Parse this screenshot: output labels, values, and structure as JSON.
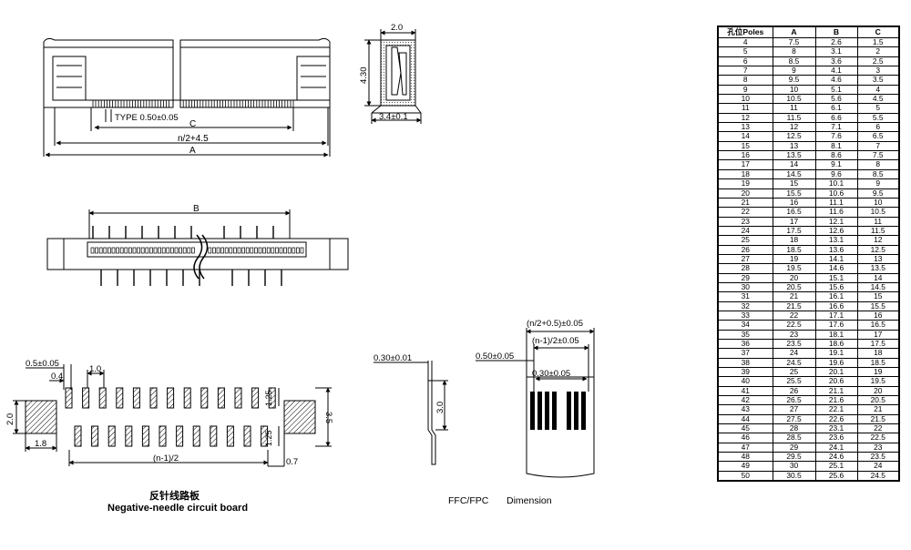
{
  "labels": {
    "dim_top_width": "2.0",
    "dim_side_height": "4.30",
    "dim_foot": "3.4±0.1",
    "dim_type": "TYPE 0.50±0.05",
    "dim_c": "C",
    "dim_n2": "n/2+4.5",
    "dim_a": "A",
    "dim_b": "B",
    "pcb_pitch": "0.5±0.05",
    "pcb_04": "0.4",
    "pcb_10": "1.0",
    "pcb_20": "2.0",
    "pcb_35": "3.5",
    "pcb_18": "1.8",
    "pcb_125a": "1.25",
    "pcb_125b": "1.25",
    "pcb_n1": "(n-1)/2",
    "pcb_07": "0.7",
    "pcb_title_cn": "反针线路板",
    "pcb_title_en": "Negative-needle circuit board",
    "ffc_thick": "0.30±0.01",
    "ffc_30": "3.0",
    "ffc_pitch": "0.50±0.05",
    "ffc_n05": "(n/2+0.5)±0.05",
    "ffc_n1": "(n-1)/2±0.05",
    "ffc_030": "0.30±0.05",
    "ffc_title_a": "FFC/FPC",
    "ffc_title_b": "Dimension"
  },
  "table": {
    "headers": [
      "孔位Poles",
      "A",
      "B",
      "C"
    ],
    "rows": [
      [
        "4",
        "7.5",
        "2.6",
        "1.5"
      ],
      [
        "5",
        "8",
        "3.1",
        "2"
      ],
      [
        "6",
        "8.5",
        "3.6",
        "2.5"
      ],
      [
        "7",
        "9",
        "4.1",
        "3"
      ],
      [
        "8",
        "9.5",
        "4.6",
        "3.5"
      ],
      [
        "9",
        "10",
        "5.1",
        "4"
      ],
      [
        "10",
        "10.5",
        "5.6",
        "4.5"
      ],
      [
        "11",
        "11",
        "6.1",
        "5"
      ],
      [
        "12",
        "11.5",
        "6.6",
        "5.5"
      ],
      [
        "13",
        "12",
        "7.1",
        "6"
      ],
      [
        "14",
        "12.5",
        "7.6",
        "6.5"
      ],
      [
        "15",
        "13",
        "8.1",
        "7"
      ],
      [
        "16",
        "13.5",
        "8.6",
        "7.5"
      ],
      [
        "17",
        "14",
        "9.1",
        "8"
      ],
      [
        "18",
        "14.5",
        "9.6",
        "8.5"
      ],
      [
        "19",
        "15",
        "10.1",
        "9"
      ],
      [
        "20",
        "15.5",
        "10.6",
        "9.5"
      ],
      [
        "21",
        "16",
        "11.1",
        "10"
      ],
      [
        "22",
        "16.5",
        "11.6",
        "10.5"
      ],
      [
        "23",
        "17",
        "12.1",
        "11"
      ],
      [
        "24",
        "17.5",
        "12.6",
        "11.5"
      ],
      [
        "25",
        "18",
        "13.1",
        "12"
      ],
      [
        "26",
        "18.5",
        "13.6",
        "12.5"
      ],
      [
        "27",
        "19",
        "14.1",
        "13"
      ],
      [
        "28",
        "19.5",
        "14.6",
        "13.5"
      ],
      [
        "29",
        "20",
        "15.1",
        "14"
      ],
      [
        "30",
        "20.5",
        "15.6",
        "14.5"
      ],
      [
        "31",
        "21",
        "16.1",
        "15"
      ],
      [
        "32",
        "21.5",
        "16.6",
        "15.5"
      ],
      [
        "33",
        "22",
        "17.1",
        "16"
      ],
      [
        "34",
        "22.5",
        "17.6",
        "16.5"
      ],
      [
        "35",
        "23",
        "18.1",
        "17"
      ],
      [
        "36",
        "23.5",
        "18.6",
        "17.5"
      ],
      [
        "37",
        "24",
        "19.1",
        "18"
      ],
      [
        "38",
        "24.5",
        "19.6",
        "18.5"
      ],
      [
        "39",
        "25",
        "20.1",
        "19"
      ],
      [
        "40",
        "25.5",
        "20.6",
        "19.5"
      ],
      [
        "41",
        "26",
        "21.1",
        "20"
      ],
      [
        "42",
        "26.5",
        "21.6",
        "20.5"
      ],
      [
        "43",
        "27",
        "22.1",
        "21"
      ],
      [
        "44",
        "27.5",
        "22.6",
        "21.5"
      ],
      [
        "45",
        "28",
        "23.1",
        "22"
      ],
      [
        "46",
        "28.5",
        "23.6",
        "22.5"
      ],
      [
        "47",
        "29",
        "24.1",
        "23"
      ],
      [
        "48",
        "29.5",
        "24.6",
        "23.5"
      ],
      [
        "49",
        "30",
        "25.1",
        "24"
      ],
      [
        "50",
        "30.5",
        "25.6",
        "24.5"
      ]
    ]
  }
}
